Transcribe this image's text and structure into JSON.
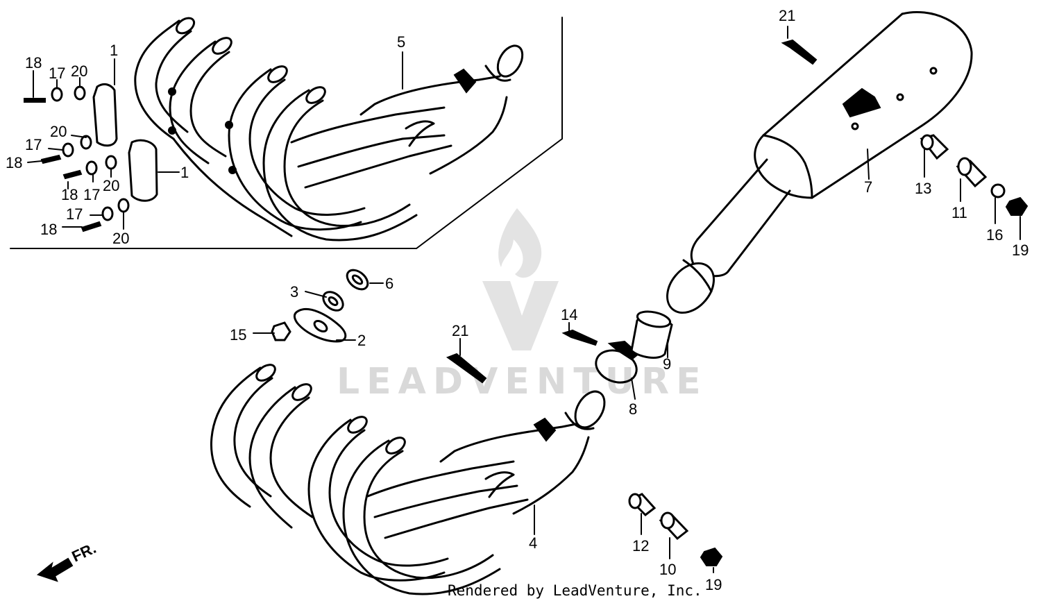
{
  "watermark": {
    "text": "LEADVENTURE"
  },
  "footer": {
    "credit": "Rendered by LeadVenture, Inc."
  },
  "front_indicator": {
    "label": "FR.",
    "icon": "front-arrow-icon"
  },
  "callouts": {
    "c1a": "1",
    "c1b": "1",
    "c2": "2",
    "c3": "3",
    "c4": "4",
    "c5": "5",
    "c6": "6",
    "c7": "7",
    "c8": "8",
    "c9": "9",
    "c10": "10",
    "c11": "11",
    "c12": "12",
    "c13": "13",
    "c14": "14",
    "c15": "15",
    "c16": "16",
    "c17a": "17",
    "c17b": "17",
    "c17c": "17",
    "c17d": "17",
    "c18a": "18",
    "c18b": "18",
    "c18c": "18",
    "c18d": "18",
    "c19a": "19",
    "c19b": "19",
    "c20a": "20",
    "c20b": "20",
    "c20c": "20",
    "c20d": "20",
    "c21a": "21",
    "c21b": "21"
  },
  "colors": {
    "line": "#000000",
    "watermark": "#d9d9d9",
    "background": "#ffffff"
  }
}
